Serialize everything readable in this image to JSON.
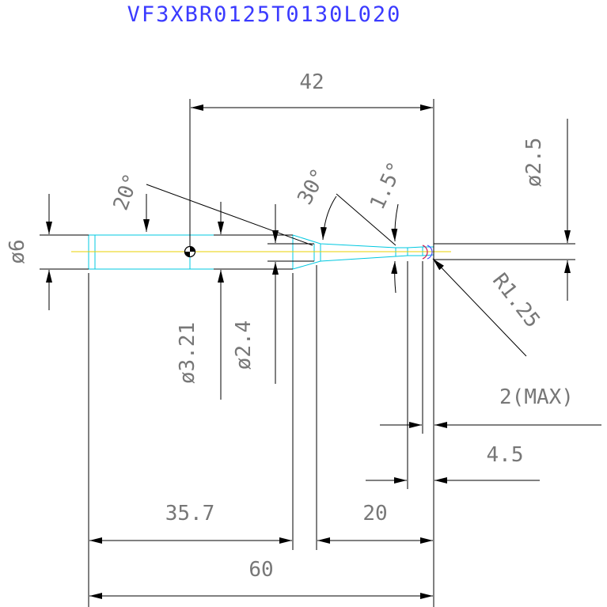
{
  "title": "VF3XBR0125T0130L020",
  "dimensions": {
    "overall_tip": "42",
    "angle_20": "20°",
    "angle_30": "30°",
    "angle_15": "1.5°",
    "dia_6": "ø6",
    "dia_321": "ø3.21",
    "dia_24": "ø2.4",
    "dia_25": "ø2.5",
    "radius": "R1.25",
    "neck_max": "2(MAX)",
    "len_45": "4.5",
    "len_357": "35.7",
    "len_20": "20",
    "overall_60": "60"
  },
  "colors": {
    "title": "#3b3bff",
    "text": "#777777",
    "lines": "#000000",
    "part_outline": "#00c8e0",
    "centerline": "#e8d000",
    "tip": "#cc2255"
  }
}
